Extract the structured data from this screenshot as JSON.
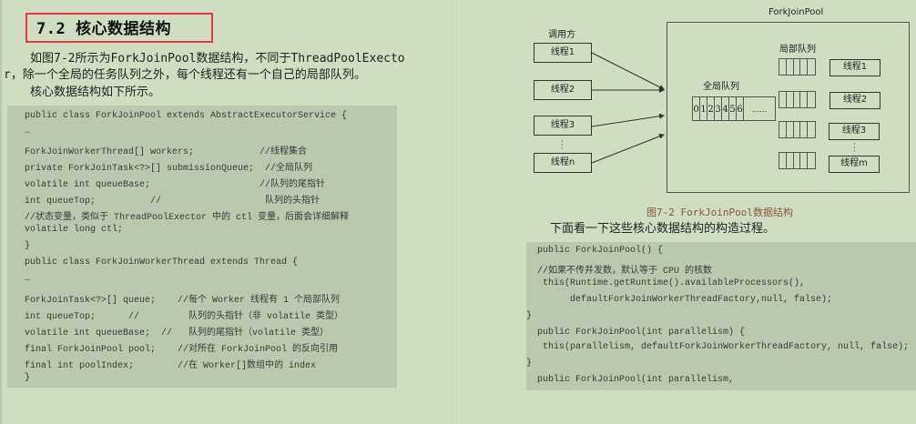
{
  "left_page": {
    "heading": "7.2 核心数据结构",
    "paragraph_lines": [
      "如图7-2所示为ForkJoinPool数据结构，不同于ThreadPoolExecto",
      "r，除一个全局的任务队列之外，每个线程还有一个自己的局部队列。",
      "核心数据结构如下所示。"
    ],
    "code_lines": [
      "public class ForkJoinPool extends AbstractExecutorService {",
      "…",
      "ForkJoinWorkerThread[] workers;            //线程集合",
      "private ForkJoinTask<?>[] submissionQueue;  //全局队列",
      "volatile int queueBase;                    //队列的尾指针",
      "int queueTop;          //                   队列的头指针",
      "//状态变量，类似于 ThreadPoolExector 中的 ctl 变量，后面会详细解释",
      "volatile long ctl;",
      "}",
      "public class ForkJoinWorkerThread extends Thread {",
      "…",
      "ForkJoinTask<?>[] queue;    //每个 Worker 线程有 1 个局部队列",
      "int queueTop;      //         队列的头指针（非 volatile 类型）",
      "volatile int queueBase;  //   队列的尾指针（volatile 类型）",
      "final ForkJoinPool pool;    //对所在 ForkJoinPool 的反向引用",
      "final int poolIndex;        //在 Worker[]数组中的 index",
      "}"
    ]
  },
  "right_page": {
    "diagram": {
      "pool_title": "ForkJoinPool",
      "caller_label": "调用方",
      "caller_threads": [
        "线程1",
        "线程2",
        "线程3",
        "线程n"
      ],
      "global_queue_label": "全局队列",
      "global_queue_cells": [
        "0",
        "1",
        "2",
        "3",
        "4",
        "5",
        "6",
        "……"
      ],
      "local_queue_label": "局部队列",
      "worker_threads": [
        "线程1",
        "线程2",
        "线程3",
        "线程m"
      ],
      "ellipsis": "⋮"
    },
    "caption": "图7-2 ForkJoinPool数据结构",
    "paragraph": "下面看一下这些核心数据结构的构造过程。",
    "code_lines": [
      "  public ForkJoinPool() {",
      "  //如果不传并发数，默认等于 CPU 的核数",
      "   this(Runtime.getRuntime().availableProcessors(),",
      "        defaultForkJoinWorkerThreadFactory,null, false);",
      "}",
      "  public ForkJoinPool(int parallelism) {",
      "   this(parallelism, defaultForkJoinWorkerThreadFactory, null, false);",
      "}",
      "  public ForkJoinPool(int parallelism,"
    ]
  }
}
